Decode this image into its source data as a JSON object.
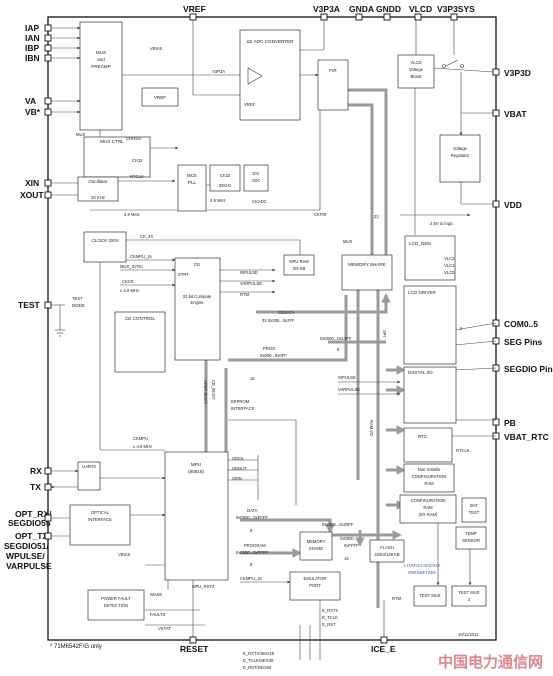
{
  "top_pins": [
    "VREF",
    "V3P3A",
    "GNDA",
    "GNDD",
    "VLCD",
    "V3P3SYS"
  ],
  "left_pins": [
    "IAP",
    "IAN",
    "IBP",
    "IBN",
    "VA",
    "VB*",
    "XIN",
    "XOUT",
    "TEST",
    "RX",
    "TX",
    "OPT_RX/",
    "SEGDIO55",
    "OPT_TX/",
    "SEGDIO51/",
    "WPULSE/",
    "VARPULSE"
  ],
  "right_pins": [
    "V3P3D",
    "VBAT",
    "VDD",
    "COM0..5",
    "SEG Pins",
    "SEGDIO Pins",
    "PB",
    "VBAT_RTC"
  ],
  "bottom_pins": [
    "RESET",
    "ICE_E"
  ],
  "blocks": {
    "mux": [
      "MUX",
      "and",
      "PREAMP"
    ],
    "adc": "ΔΣ ADC CONVERTER",
    "fir": "FIR",
    "vbias": "VBIAS",
    "vref": "VREF",
    "mux_ctrl": "MUX CTRL",
    "oscillator": "Oscillator",
    "osc_freq": "32 KHz",
    "mck_pll": [
      "MCK",
      "PLL"
    ],
    "ck32_block": [
      "CK32",
      "32KHz"
    ],
    "div_adc": [
      "DIV",
      "ADC"
    ],
    "clock_gen": "CLOCK GEN",
    "ce": [
      "CE",
      "STRT",
      "32-bit Compute",
      "Engine"
    ],
    "ce_control": "CE CONTROL",
    "mpu_ram": [
      "MPU RAM",
      "3/5 KB"
    ],
    "memory_share": "MEMORY SHARE",
    "vlcd_boost": [
      "VLCD",
      "Voltage",
      "Boost"
    ],
    "voltage_regulator": [
      "Voltage",
      "Regulator"
    ],
    "lcd_gen": "LCD_GEN",
    "lcd_gen_sigs": [
      "VLC2",
      "VLC1",
      "VLC0"
    ],
    "lcd_driver": "LCD DRIVER",
    "digital_io": "DIGITAL I/O",
    "rtc": "RTC",
    "nv_config": [
      "Non-Volatile",
      "CONFIGURATION",
      "RAM"
    ],
    "config_ram": [
      "CONFIGURATION",
      "RAM",
      "(I/O RAM)"
    ],
    "bat_test": [
      "BAT",
      "TEST"
    ],
    "temp_sensor": [
      "TEMP",
      "SENSOR"
    ],
    "uart0": "UART0",
    "optical": [
      "OPTICAL",
      "INTERFACE"
    ],
    "mpu": [
      "MPU",
      "(80515)"
    ],
    "memory_share_2": [
      "MEMORY",
      "SHARE"
    ],
    "flash": [
      "FLASH",
      "32/64/128 KB"
    ],
    "power_fault": [
      "POWER FAULT",
      "DETECTION"
    ],
    "emulator": [
      "EMULATOR",
      "PORT"
    ],
    "test_mux": "TEST MUX",
    "test_mux_2": [
      "TEST MUX",
      "2"
    ]
  },
  "signals": {
    "mux": "MUX",
    "cross": "CROSS",
    "ck32": "CK32",
    "rtclk": "RTCLK",
    "mhz49": "4.9 MHz",
    "mhz49b": "4.9 MHz",
    "ckadc": "CKADC",
    "ckfir": "CKFIR",
    "ck_4x": "CK_4X",
    "ckmpu_2x": "CKMPU_2x",
    "mux_sync": "MUX_SYNC",
    "ckce": "CKCE",
    "ckce_f": "≤ 4.9 MHz",
    "wpulse": "WPULSE",
    "varpulse": "VARPULSE",
    "rtm": "RTM",
    "cedata": "CEDATA",
    "cedata_r": "32    0x000...0x2FF",
    "prog": "PROG",
    "prog_r": "0x000...0x0FF",
    "sixteen": "16",
    "ce_busy": "CE_BUSY",
    "xfer_busy": "XFER BUSY",
    "eeprom": [
      "EEPROM",
      "INTERFACE"
    ],
    "ckmpu": "CKMPU",
    "ckmpu_f": "≤ 4.9 MHz",
    "sdck": "SDCK",
    "sdout": "SDOUT",
    "sdin": "SDIN",
    "data": "DATA",
    "data_r": "0x0000...0xFFFF",
    "eight": "8",
    "program": "PROGRAM",
    "program_r": "0x0000...0xFFFF",
    "r_0000_13ff": "0x0000...0x13FF",
    "r_2000_20ff": "0x2000...0x20FF",
    "r_0000_ffff": "0x0000...",
    "r_0000_ffff_b": "0xFFFF",
    "wake": "WAKE",
    "vbias2": "VBIAS",
    "faultz": "FAULTZ",
    "vstat": "VSTAT",
    "mpu_rstz": "MPU_RSTZ",
    "ckmpu_2x_b": "CKMPU_2x",
    "e_rxtx": "E_RXTX",
    "e_tclk": "E_TCLK",
    "e_rst": "E_RST",
    "e_rxtx_seg": "E_RXTX/SEG48",
    "e_tclk_seg": "E_TCLK/SEG49",
    "e_rst_seg": "E_RST/SEG50",
    "v3p3a": "V3P3A",
    "vref_in": "VREF",
    "v25": "2.5V to logic",
    "spi": "SPI",
    "ram_io": "RAM I/O",
    "test_mode": [
      "TEST",
      "MODE"
    ],
    "rtm2": "RTM",
    "twentytwo": "22",
    "config_params": [
      "CONFIGURATION",
      "PARAMETERS"
    ],
    "six": "6"
  },
  "footnote": "* 71M6542F/G only",
  "date": "10/11/2011",
  "watermark": "中国电力通信网"
}
